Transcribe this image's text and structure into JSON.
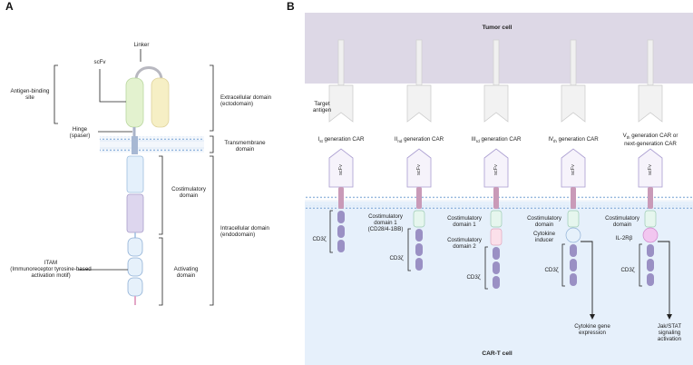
{
  "panel_a": {
    "letter": "A",
    "labels": {
      "linker": "Linker",
      "scfv": "scFv",
      "antigen_binding_1": "Antigen-binding",
      "antigen_binding_2": "site",
      "hinge_1": "Hinge",
      "hinge_2": "(spaser)",
      "itam_1": "ITAM",
      "itam_2": "(Immunoreceptor tyrosine-based",
      "itam_3": "activation motif)",
      "extracellular_1": "Extracellular domain",
      "extracellular_2": "(ectodomain)",
      "transmembrane_1": "Transmembrane",
      "transmembrane_2": "domain",
      "costim_1": "Costimulatory",
      "costim_2": "domain",
      "intracellular_1": "Intracellular domain",
      "intracellular_2": "(endodomain)",
      "activating_1": "Activating",
      "activating_2": "domain"
    }
  },
  "panel_b": {
    "letter": "B",
    "tumor_cell": "Tumor cell",
    "cart_cell": "CAR-T cell",
    "target_antigen_1": "Target",
    "target_antigen_2": "antigen",
    "scfv": "scFv",
    "cd3z": "CD3ζ",
    "generations": [
      {
        "num": "I",
        "suffix": "st",
        "rest": " generation CAR",
        "rest2": ""
      },
      {
        "num": "II",
        "suffix": "nd",
        "rest": " generation CAR",
        "rest2": ""
      },
      {
        "num": "III",
        "suffix": "rd",
        "rest": " generation CAR",
        "rest2": ""
      },
      {
        "num": "IV",
        "suffix": "th",
        "rest": " generation CAR",
        "rest2": ""
      },
      {
        "num": "V",
        "suffix": "th",
        "rest": " generation CAR or",
        "rest2": "next-generation CAR"
      }
    ],
    "gen2_costim_1": "Costimulatory",
    "gen2_costim_2": "domain 1",
    "gen2_costim_3": "(CD28/4-1BB)",
    "gen3_costim1_1": "Costimulatory",
    "gen3_costim1_2": "domain 1",
    "gen3_costim2_1": "Costimulatory",
    "gen3_costim2_2": "domain 2",
    "gen4_costim_1": "Costimulatory",
    "gen4_costim_2": "domain",
    "gen4_inducer_1": "Cytokine",
    "gen4_inducer_2": "inducer",
    "gen4_output_1": "Cytokine gene",
    "gen4_output_2": "expression",
    "gen5_costim_1": "Costimulatory",
    "gen5_costim_2": "domain",
    "gen5_il2": "IL-2Rβ",
    "gen5_output_1": "Jak/STAT",
    "gen5_output_2": "signaling",
    "gen5_output_3": "activation"
  },
  "colors": {
    "scfv_green": "#e3f2cf",
    "scfv_yellow": "#f6efc5",
    "costim_blue": "#e4f0fb",
    "costim_purple": "#ddd6ee",
    "itam_blue": "#e6f1fb",
    "tumor_purple": "#ddd8e6",
    "cart_blue": "#e6f0fb",
    "antigen_gray": "#f0f0f0",
    "hinge_pink": "#c99ab8",
    "cd3_purple": "#9a90c4",
    "gen3_pink": "#fbe0ea",
    "gen5_magenta": "#f2c6f0"
  },
  "icons": [
    "car-receptor-icon",
    "target-antigen-icon",
    "membrane-icon",
    "arrow-icon",
    "bracket-icon"
  ]
}
